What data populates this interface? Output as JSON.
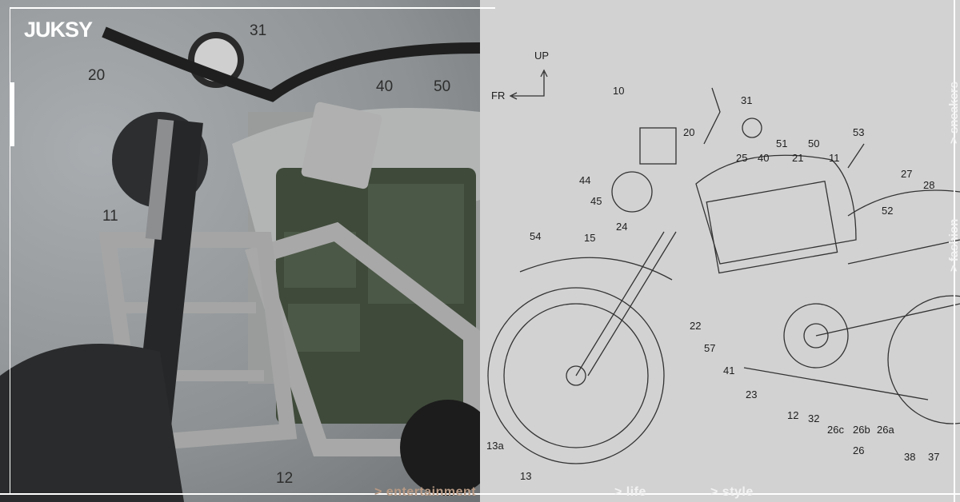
{
  "brand": {
    "logo": "JUKSY"
  },
  "nav": {
    "bottom": [
      "> entertainment",
      "> life",
      "> style"
    ],
    "side": [
      "> fashion",
      "> sneakers"
    ]
  },
  "photo_labels": [
    "31",
    "20",
    "40",
    "50",
    "11",
    "12"
  ],
  "drawing": {
    "direction": {
      "up": "UP",
      "front": "FR"
    },
    "labels": [
      "10",
      "31",
      "20",
      "53",
      "44",
      "45",
      "25",
      "40",
      "21",
      "50",
      "11",
      "27",
      "28",
      "51",
      "52",
      "54",
      "15",
      "24",
      "22",
      "57",
      "41",
      "23",
      "12",
      "32",
      "26c",
      "26b",
      "26a",
      "26",
      "13a",
      "13",
      "38",
      "37"
    ]
  },
  "colors": {
    "photo_bg": "#8d9193",
    "drawing_bg": "#d2d2d2",
    "battery": "#3f4a3a",
    "frame": "#ffffff",
    "nav_accent": "#b89a84"
  }
}
